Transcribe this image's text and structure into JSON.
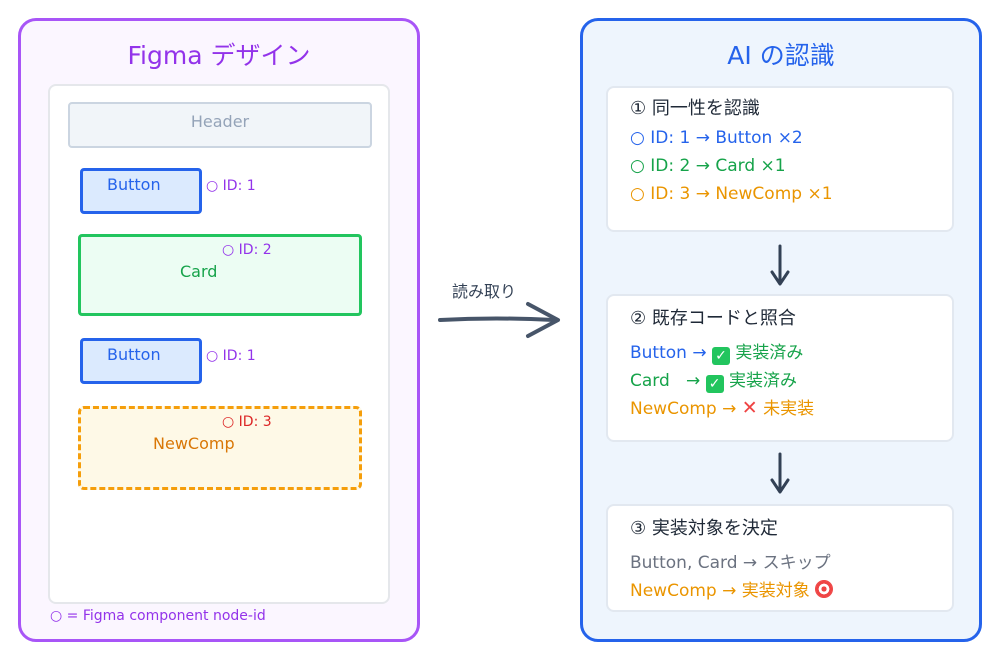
{
  "figma": {
    "title": "Figma デザイン",
    "header": "Header",
    "button1": "Button",
    "button1_tag": "○ ID: 1",
    "card": "Card",
    "card_tag": "○ ID: 2",
    "button2": "Button",
    "button2_tag": "○ ID: 1",
    "newcomp": "NewComp",
    "newcomp_tag": "○ ID: 3",
    "legend": "○ = Figma component node-id"
  },
  "arrow_label": "読み取り",
  "ai": {
    "title": "AI の認識",
    "step1": {
      "title": "① 同一性を認識",
      "lines": [
        "○ ID: 1 → Button ×2",
        "○ ID: 2 → Card ×1",
        "○ ID: 3  → NewComp ×1"
      ]
    },
    "step2": {
      "title": "② 既存コードと照合",
      "rows": [
        {
          "name": "Button →",
          "mark": "✓",
          "status": "実装済み"
        },
        {
          "name": "Card   →",
          "mark": "✓",
          "status": "実装済み"
        },
        {
          "name": "NewComp →",
          "mark": "✕",
          "status": "未実装"
        }
      ]
    },
    "step3": {
      "title": "③ 実装対象を決定",
      "line1": "Button, Card → スキップ",
      "line2": "NewComp → 実装対象"
    }
  },
  "colors": {
    "figma_accent": "#a855f7",
    "ai_accent": "#2563eb",
    "button": "#2563eb",
    "card": "#22c55e",
    "newcomp": "#f59e0b"
  }
}
